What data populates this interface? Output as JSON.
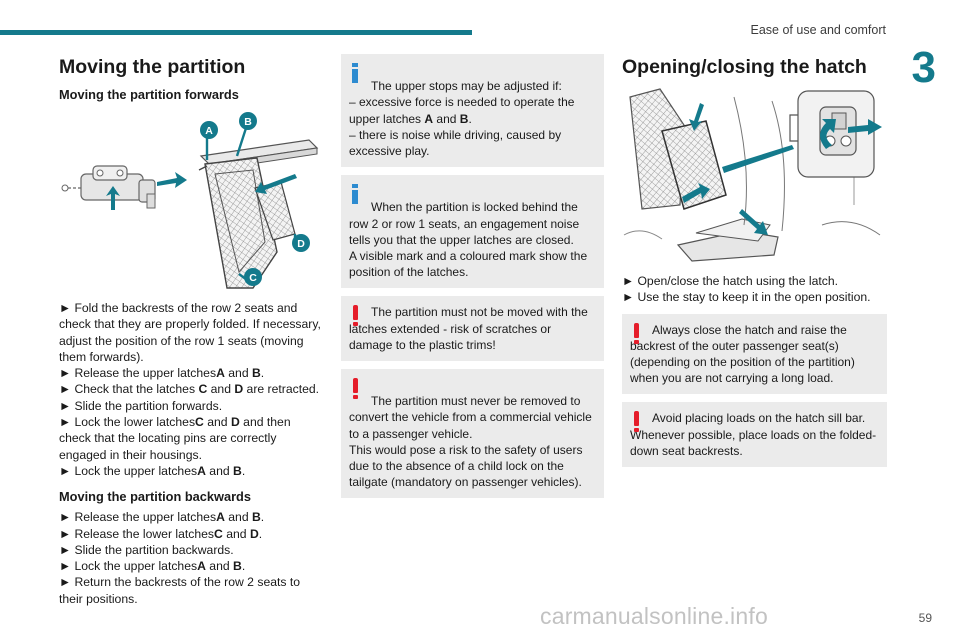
{
  "header": {
    "section": "Ease of use and comfort",
    "chapter": "3",
    "page": "59"
  },
  "watermark": "carmanualsonline.info",
  "left": {
    "title": "Moving the partition",
    "forwards_heading": "Moving the partition forwards",
    "callouts": {
      "a": "A",
      "b": "B",
      "c": "C",
      "d": "D"
    },
    "step1": "► Fold the backrests of the row 2 seats and check that they are properly folded. If necessary, adjust the position of the row 1 seats (moving them forwards).",
    "step2_pre": "► Release the upper latches",
    "step2_l1": "A",
    "step2_mid": " and ",
    "step2_l2": "B",
    "step2_post": ".",
    "step3_pre": "► Check that the latches ",
    "step3_l1": "C",
    "step3_mid": " and ",
    "step3_l2": "D",
    "step3_post": " are retracted.",
    "step4": "► Slide the partition forwards.",
    "step5_pre": "► Lock the lower latches",
    "step5_l1": "C",
    "step5_mid": " and ",
    "step5_l2": "D",
    "step5_post": " and then check that the locating pins are correctly engaged in their housings.",
    "step6_pre": "► Lock the upper latches",
    "step6_l1": "A",
    "step6_mid": " and ",
    "step6_l2": "B",
    "step6_post": ".",
    "backwards_heading": "Moving the partition backwards",
    "b1_pre": "► Release the upper latches",
    "b1_l1": "A",
    "b1_mid": " and ",
    "b1_l2": "B",
    "b1_post": ".",
    "b2_pre": "► Release the lower latches",
    "b2_l1": "C",
    "b2_mid": " and ",
    "b2_l2": "D",
    "b2_post": ".",
    "b3": "► Slide the partition backwards.",
    "b4_pre": "► Lock the upper latches",
    "b4_l1": "A",
    "b4_mid": " and ",
    "b4_l2": "B",
    "b4_post": ".",
    "b5": "► Return the backrests of the row 2 seats to their positions."
  },
  "middle": {
    "info1_pre": "The upper stops may be adjusted if:\n– excessive force is needed to operate the upper latches ",
    "info1_l1": "A",
    "info1_mid": " and ",
    "info1_l2": "B",
    "info1_post": ".\n– there is noise while driving, caused by excessive play.",
    "info2": "When the partition is locked behind the row 2 or row 1 seats, an engagement noise tells you that the upper latches are closed.\nA visible mark and a coloured mark show the position of the latches.",
    "warn1": "The partition must not be moved with the latches extended - risk of scratches or damage to the plastic trims!",
    "warn2": "The partition must never be removed to convert the vehicle from a commercial vehicle to a passenger vehicle.\nThis would pose a risk to the safety of users due to the absence of a child lock on the tailgate (mandatory on passenger vehicles)."
  },
  "right": {
    "title": "Opening/closing the hatch",
    "step1": "► Open/close the hatch using the latch.",
    "step2": "► Use the stay to keep it in the open position.",
    "warn1": "Always close the hatch and raise the backrest of the outer passenger seat(s) (depending on the position of the partition) when you are not carrying a long load.",
    "warn2": "Avoid placing loads on the hatch sill bar. Whenever possible, place loads on the folded-down seat backrests."
  },
  "colors": {
    "accent": "#147a8c",
    "info": "#2d8bd0",
    "warning": "#e51d2a",
    "box_bg": "#ebebeb"
  }
}
